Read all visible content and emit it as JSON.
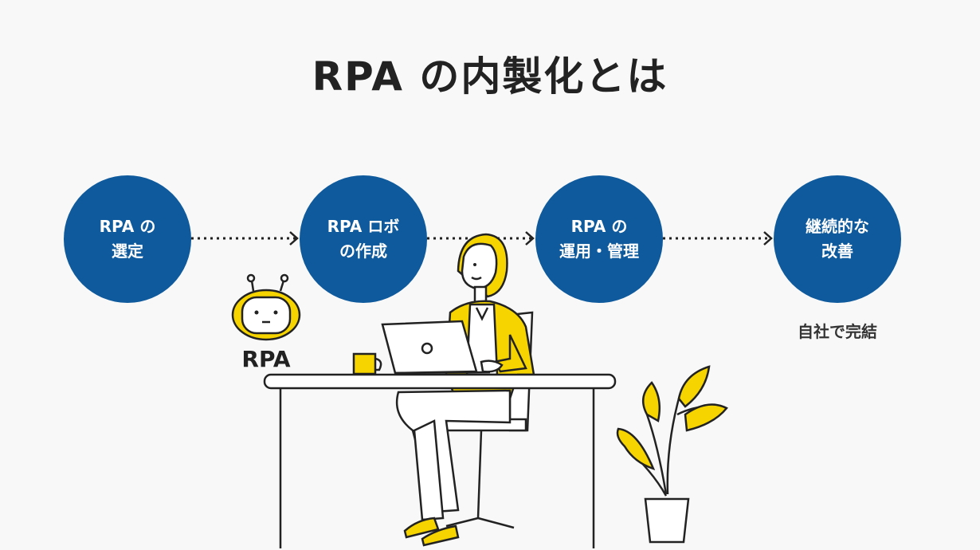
{
  "title": "RPA の内製化とは",
  "steps": [
    {
      "line1": "RPA の",
      "line2": "選定"
    },
    {
      "line1": "RPA ロボ",
      "line2": "の作成"
    },
    {
      "line1": "RPA の",
      "line2": "運用・管理"
    },
    {
      "line1": "継続的な",
      "line2": "改善"
    }
  ],
  "step4_caption": "自社で完結",
  "robot_label": "RPA",
  "colors": {
    "circle": "#0e5a9c",
    "accent": "#f5d400",
    "line": "#222222",
    "background": "#f8f8f8"
  }
}
